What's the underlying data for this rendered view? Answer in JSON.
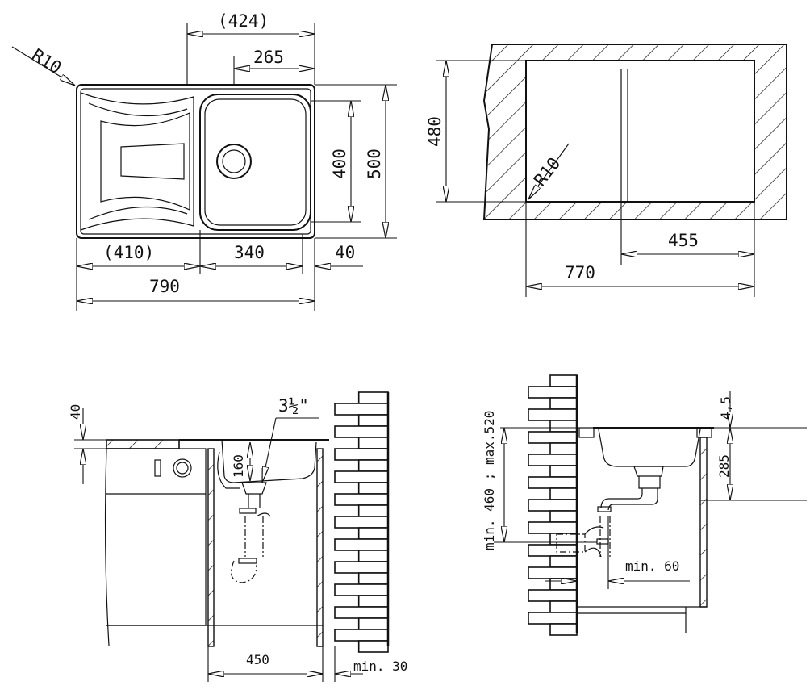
{
  "sink_top_view": {
    "radius": "R10",
    "width_bowl_side": "(424)",
    "drain_offset": "265",
    "bowl_depth": "400",
    "overall_depth": "500",
    "drainer_width": "(410)",
    "bowl_width": "340",
    "rim_right": "40",
    "overall_width": "790"
  },
  "cutout_view": {
    "cutout_depth": "480",
    "radius": "R10",
    "bowl_cutout": "455",
    "cutout_width": "770"
  },
  "side_section_left": {
    "worktop_thickness": "40",
    "drain_size": "3½\"",
    "bowl_height": "160",
    "cabinet_width": "450",
    "wall_gap": "min. 30"
  },
  "side_section_right": {
    "drain_height": "min. 460 ; max.520",
    "rim_thickness": "4,5",
    "bowl_depth": "285",
    "siphon_clearance": "min. 60"
  }
}
